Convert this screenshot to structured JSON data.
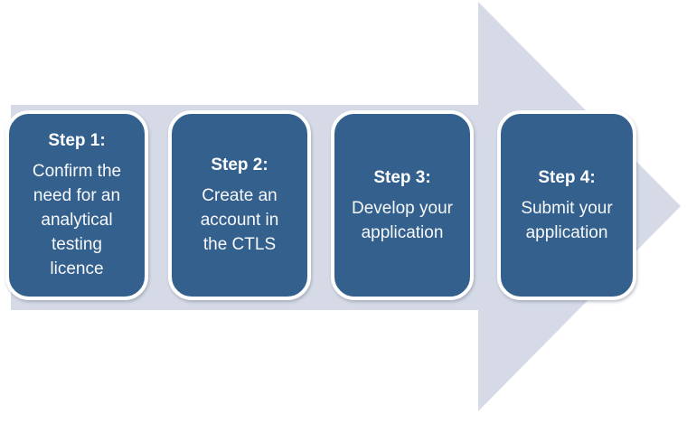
{
  "diagram": {
    "type": "process-arrow-flow",
    "colors": {
      "arrow_fill": "#d5dae6",
      "box_fill": "#33608d",
      "box_border": "#ffffff",
      "text": "#ffffff"
    },
    "steps": [
      {
        "heading": "Step 1:",
        "lines": [
          "Confirm the",
          "need for an",
          "analytical",
          "testing",
          "licence"
        ]
      },
      {
        "heading": "Step 2:",
        "lines": [
          "Create an",
          "account in",
          "the CTLS"
        ]
      },
      {
        "heading": "Step 3:",
        "lines": [
          "Develop your",
          "application"
        ]
      },
      {
        "heading": "Step 4:",
        "lines": [
          "Submit your",
          "application"
        ]
      }
    ]
  }
}
